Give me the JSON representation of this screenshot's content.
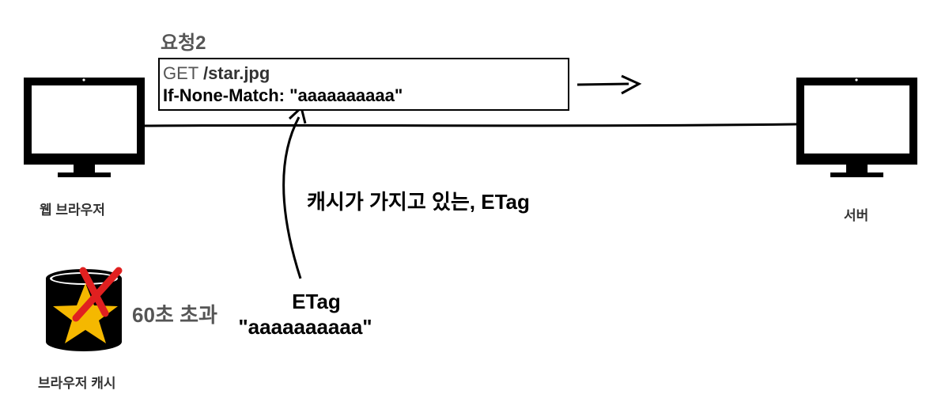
{
  "request": {
    "title": "요청2",
    "method": "GET",
    "path": "/star.jpg",
    "header_line": "If-None-Match: \"aaaaaaaaaa\""
  },
  "client": {
    "label": "웹 브라우저"
  },
  "server": {
    "label": "서버"
  },
  "cache": {
    "label": "브라우저 캐시",
    "expired_text": "60초 초과"
  },
  "annotation": {
    "text": "캐시가 가지고 있는, ETag"
  },
  "etag": {
    "title": "ETag",
    "value": "\"aaaaaaaaaa\""
  },
  "colors": {
    "star": "#f5b800",
    "cross": "#e02020",
    "text_gray": "#555555"
  }
}
